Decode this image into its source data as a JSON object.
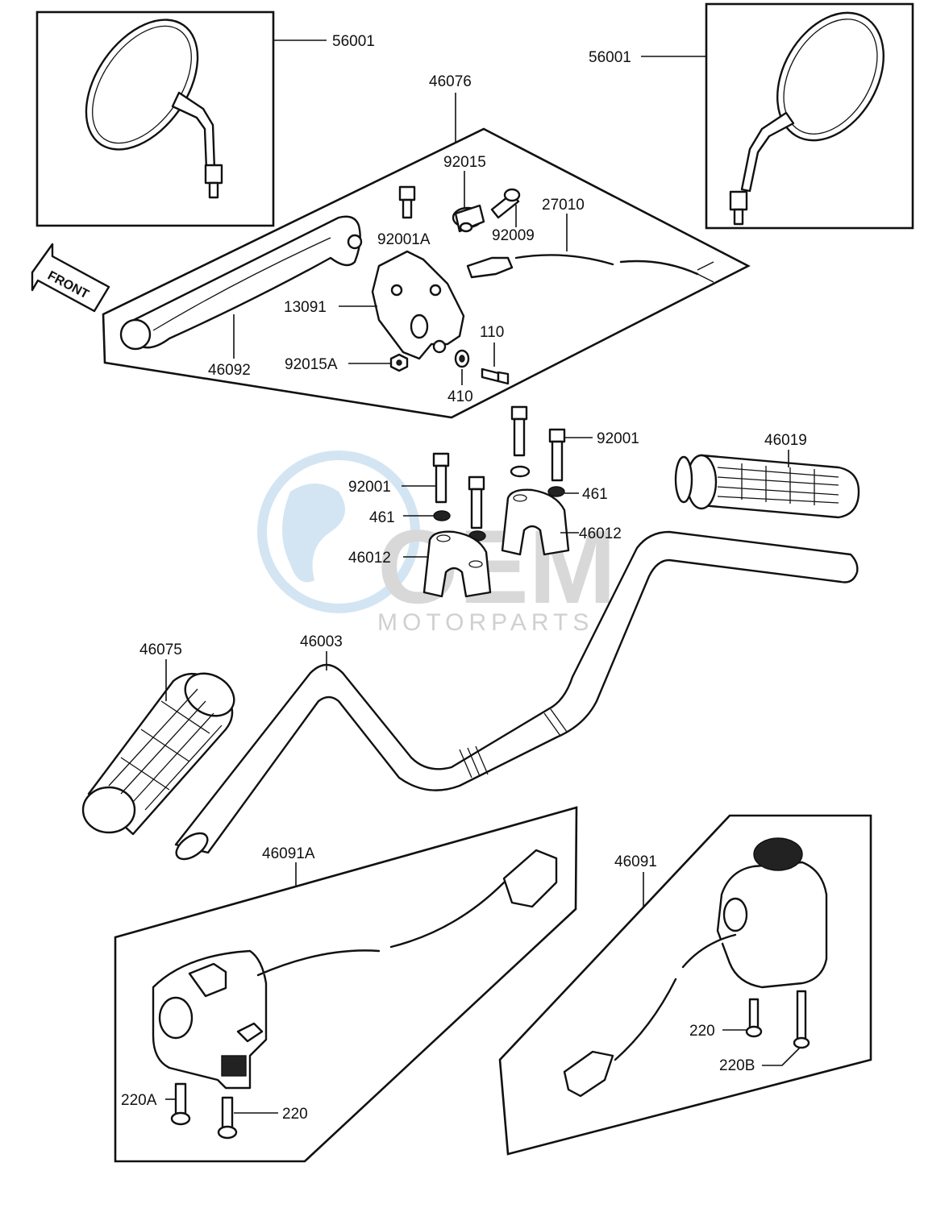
{
  "labels": {
    "p56001_left": "56001",
    "p56001_right": "56001",
    "p46076": "46076",
    "p92015": "92015",
    "p27010": "27010",
    "p92009": "92009",
    "p92001A": "92001A",
    "p13091": "13091",
    "p110": "110",
    "p92015A": "92015A",
    "p46092": "46092",
    "p410": "410",
    "p92001_right": "92001",
    "p92001_left": "92001",
    "p461_right": "461",
    "p461_left": "461",
    "p46012_right": "46012",
    "p46012_left": "46012",
    "p46019": "46019",
    "p46075": "46075",
    "p46003": "46003",
    "p46091A": "46091A",
    "p46091": "46091",
    "p220_right": "220",
    "p220B": "220B",
    "p220A": "220A",
    "p220_left": "220",
    "front": "FRONT"
  },
  "watermark": {
    "logo_text": "OEM",
    "sub_text": "MOTORPARTS",
    "color": "#b9d7ea"
  }
}
